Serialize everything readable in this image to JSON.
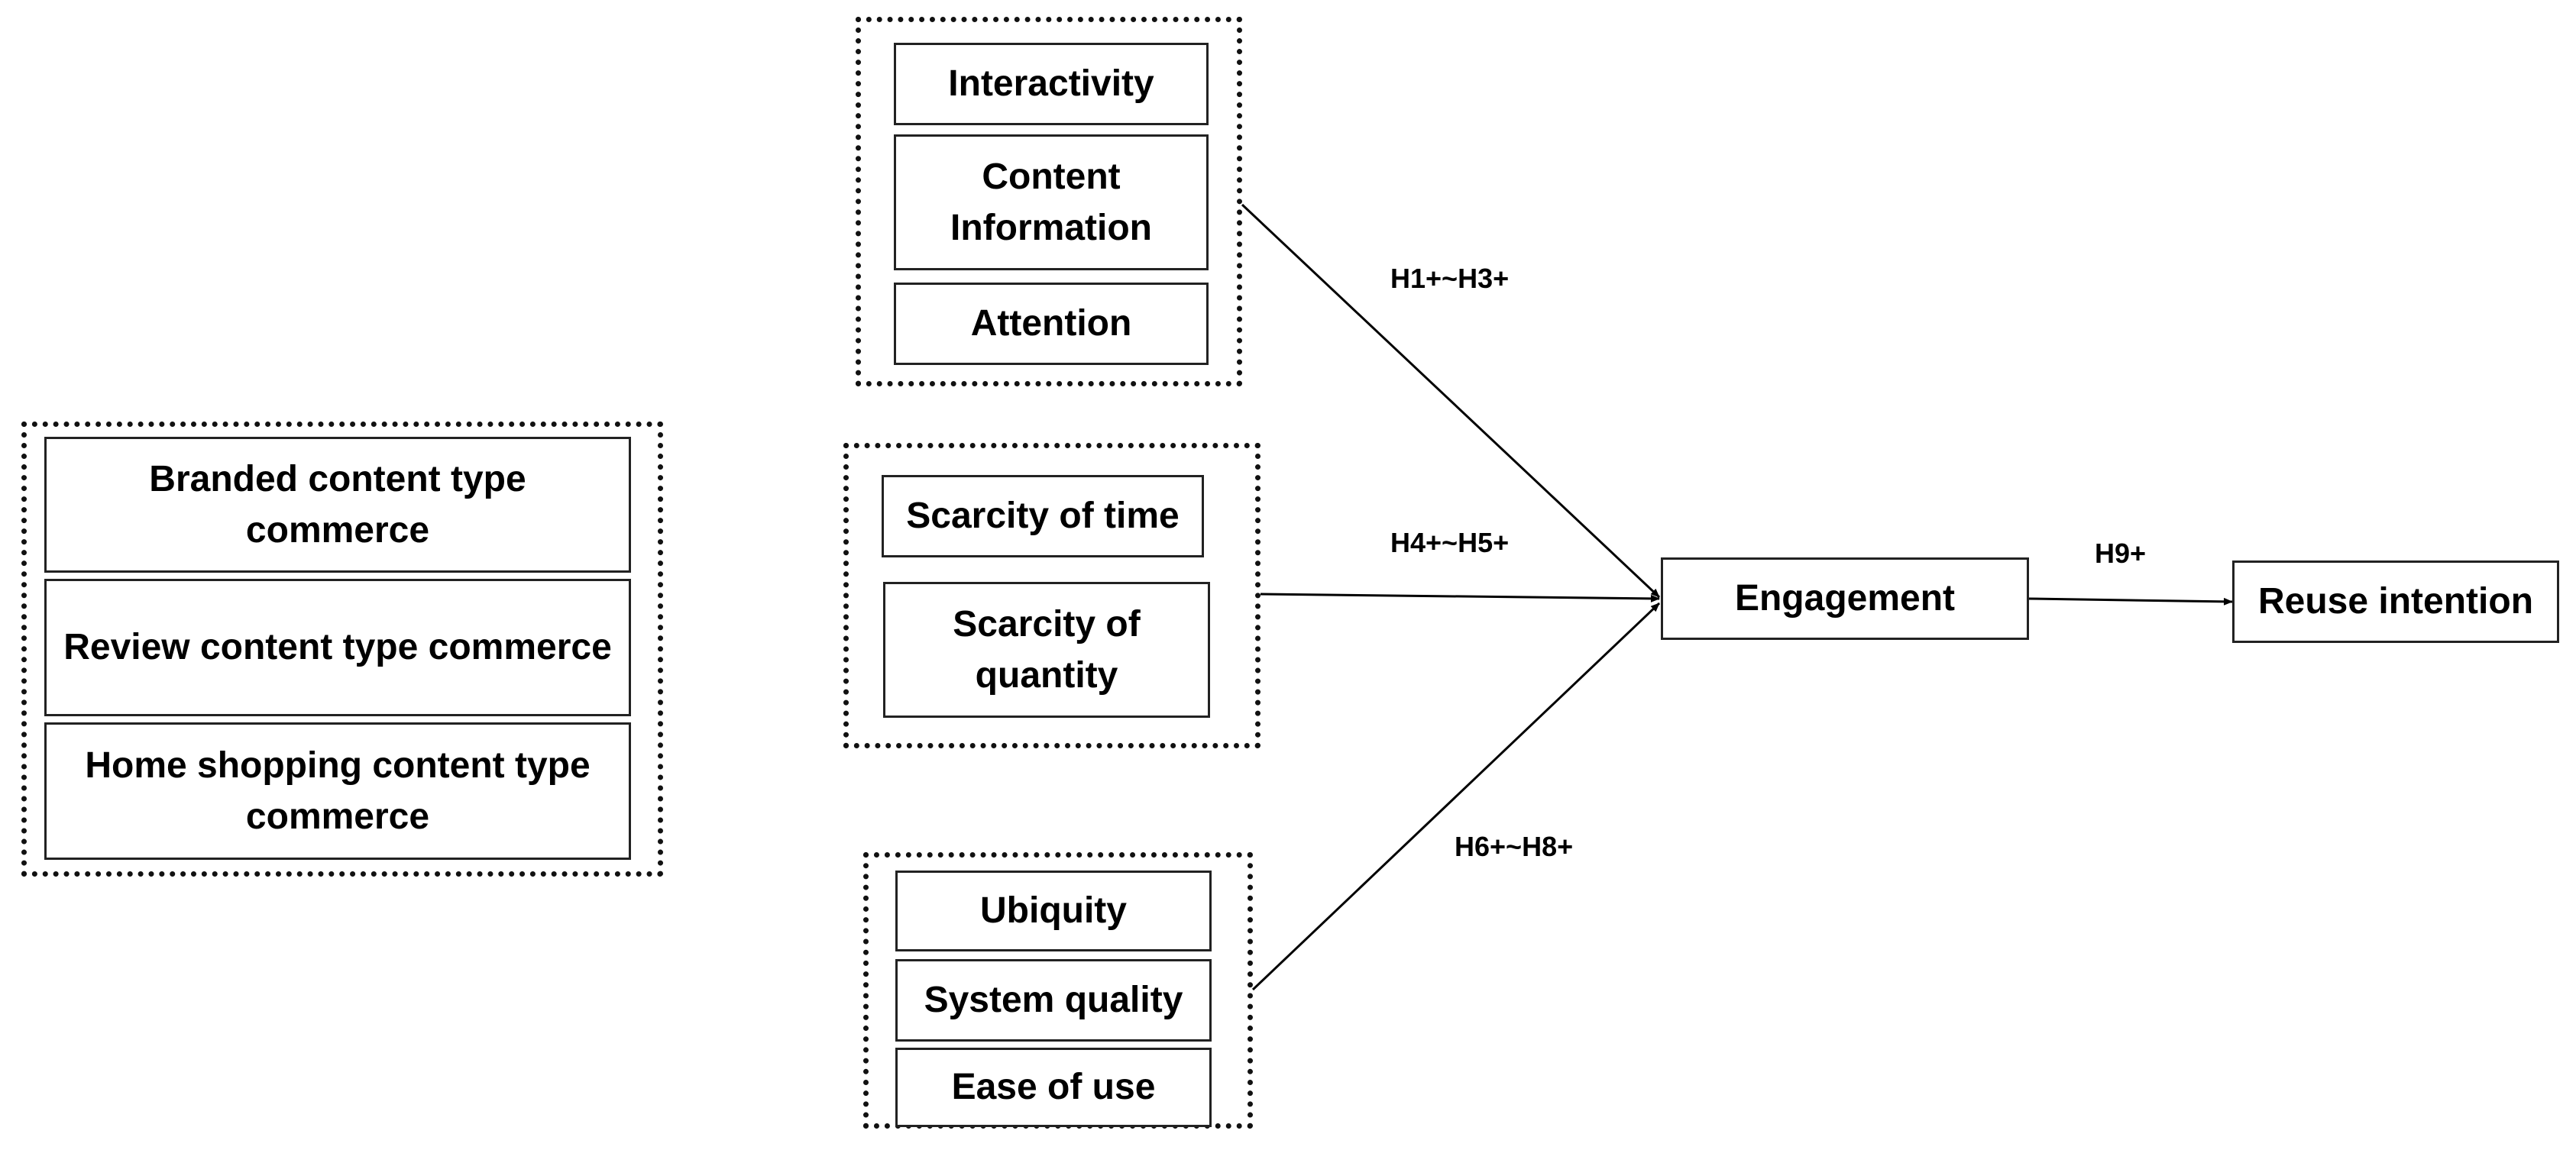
{
  "commerce_types": {
    "items": [
      "Branded content type commerce",
      "Review content type commerce",
      "Home shopping content type commerce"
    ]
  },
  "group1": {
    "items": [
      "Interactivity",
      "Content Information",
      "Attention"
    ]
  },
  "group2": {
    "items": [
      "Scarcity of time",
      "Scarcity of quantity"
    ]
  },
  "group3": {
    "items": [
      "Ubiquity",
      "System quality",
      "Ease of use"
    ]
  },
  "engagement": "Engagement",
  "reuse_intention": "Reuse intention",
  "hypotheses": {
    "h1_h3": "H1+~H3+",
    "h4_h5": "H4+~H5+",
    "h6_h8": "H6+~H8+",
    "h9": "H9+"
  }
}
